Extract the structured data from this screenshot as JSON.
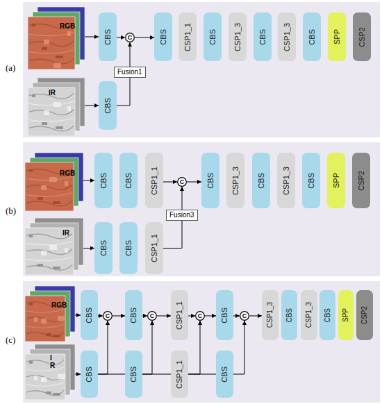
{
  "diagram": {
    "nodes": [
      {
        "text": [
          "RGB"
        ]
      },
      {
        "text": [
          "CBS"
        ]
      },
      {
        "text": [
          "C"
        ]
      },
      {
        "text": [
          "CBS"
        ]
      },
      {
        "text": [
          "CSP1_1"
        ]
      },
      {
        "text": [
          "CBS"
        ]
      },
      {
        "text": [
          "CSP1_3"
        ]
      },
      {
        "text": [
          "CBS"
        ]
      },
      {
        "text": [
          "CSP1_3"
        ]
      },
      {
        "text": [
          "CBS"
        ]
      },
      {
        "text": [
          "SPP"
        ]
      },
      {
        "text": [
          "CSP2"
        ]
      },
      {
        "text": [
          "IR"
        ]
      },
      {
        "text": [
          "CBS"
        ]
      },
      {
        "text": [
          "RGB"
        ]
      },
      {
        "text": [
          "CBS"
        ]
      },
      {
        "text": [
          "CBS"
        ]
      },
      {
        "text": [
          "CSP1_1"
        ]
      },
      {
        "text": [
          "C"
        ]
      },
      {
        "text": [
          "CBS"
        ]
      },
      {
        "text": [
          "CSP1_3"
        ]
      },
      {
        "text": [
          "CBS"
        ]
      },
      {
        "text": [
          "CSP1_3"
        ]
      },
      {
        "text": [
          "CBS"
        ]
      },
      {
        "text": [
          "SPP"
        ]
      },
      {
        "text": [
          "CSP2"
        ]
      },
      {
        "text": [
          "IR"
        ]
      },
      {
        "text": [
          "CBS"
        ]
      },
      {
        "text": [
          "CBS"
        ]
      },
      {
        "text": [
          "CSP1_1"
        ]
      },
      {
        "text": [
          "RGB"
        ]
      },
      {
        "text": [
          "CBS"
        ]
      },
      {
        "text": [
          "C"
        ]
      },
      {
        "text": [
          "CBS"
        ]
      },
      {
        "text": [
          "C"
        ]
      },
      {
        "text": [
          "CSP1_1"
        ]
      },
      {
        "text": [
          "C"
        ]
      },
      {
        "text": [
          "CBS"
        ]
      },
      {
        "text": [
          "C"
        ]
      },
      {
        "text": [
          "CSP1_3"
        ]
      },
      {
        "text": [
          "CBS"
        ]
      },
      {
        "text": [
          "CSP1_3"
        ]
      },
      {
        "text": [
          "CBS"
        ]
      },
      {
        "text": [
          "SPP"
        ]
      },
      {
        "text": [
          "CSP2"
        ]
      },
      {
        "text": [
          "I R"
        ]
      },
      {
        "text": [
          "CBS"
        ]
      },
      {
        "text": [
          "CBS"
        ]
      },
      {
        "text": [
          "CSP1_1"
        ]
      },
      {
        "text": [
          "CBS"
        ]
      }
    ],
    "edges": [
      {
        "from": 0,
        "to": 1,
        "arrow": "to"
      },
      {
        "from": 1,
        "to": 2,
        "arrow": "to"
      },
      {
        "from": 2,
        "to": 3,
        "arrow": "to"
      },
      {
        "from": 12,
        "to": 13,
        "arrow": "to"
      },
      {
        "from": 13,
        "to": 2,
        "label": "Fusion1",
        "arrow": "to"
      },
      {
        "from": 14,
        "to": 15,
        "arrow": "to"
      },
      {
        "from": 17,
        "to": 18,
        "arrow": "to"
      },
      {
        "from": 18,
        "to": 19,
        "arrow": "to"
      },
      {
        "from": 26,
        "to": 27,
        "arrow": "to"
      },
      {
        "from": 29,
        "to": 18,
        "label": "Fusion3",
        "arrow": "to"
      },
      {
        "from": 30,
        "to": 31,
        "arrow": "to"
      },
      {
        "from": 31,
        "to": 32,
        "arrow": "to"
      },
      {
        "from": 32,
        "to": 33,
        "arrow": "to"
      },
      {
        "from": 33,
        "to": 34,
        "arrow": "to"
      },
      {
        "from": 34,
        "to": 35,
        "arrow": "to"
      },
      {
        "from": 35,
        "to": 36,
        "arrow": "to"
      },
      {
        "from": 36,
        "to": 37,
        "arrow": "to"
      },
      {
        "from": 37,
        "to": 38,
        "arrow": "to"
      },
      {
        "from": 38,
        "to": 39,
        "arrow": "to"
      },
      {
        "from": 45,
        "to": 46,
        "arrow": "to"
      },
      {
        "from": 46,
        "to": 32,
        "arrow": "to"
      },
      {
        "from": 46,
        "to": 47,
        "arrow": "none"
      },
      {
        "from": 47,
        "to": 34,
        "arrow": "to"
      },
      {
        "from": 47,
        "to": 48,
        "arrow": "none"
      },
      {
        "from": 48,
        "to": 36,
        "arrow": "to"
      },
      {
        "from": 48,
        "to": 49,
        "arrow": "none"
      },
      {
        "from": 49,
        "to": 38,
        "arrow": "to"
      }
    ],
    "labels": [
      "(a)",
      "(b)",
      "(c)"
    ]
  }
}
